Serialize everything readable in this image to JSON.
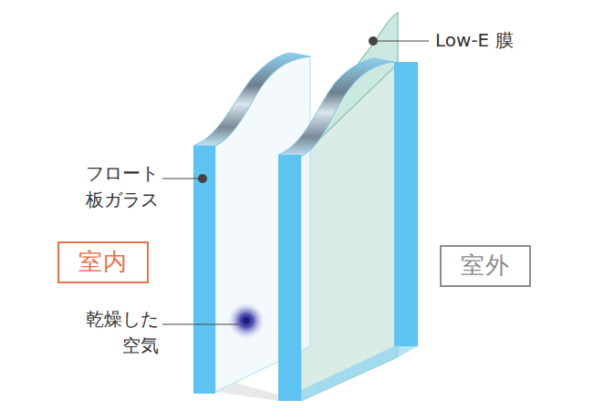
{
  "diagram": {
    "nodes": [
      {
        "text": [
          "室内"
        ]
      },
      {
        "text": [
          "室外"
        ]
      }
    ],
    "labels": [
      "Low-E 膜",
      "フロート板ガラス",
      "乾燥した空気"
    ]
  }
}
